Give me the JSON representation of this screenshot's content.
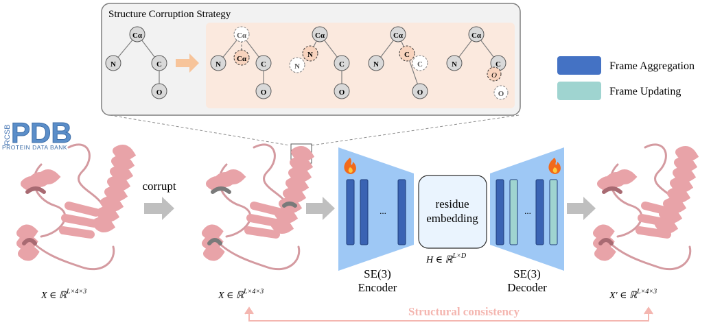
{
  "panel": {
    "title": "Structure Corruption Strategy",
    "atom_labels": {
      "ca": "Cα",
      "n": "N",
      "c": "C",
      "o": "O"
    }
  },
  "legend": {
    "items": [
      {
        "label": "Frame Aggregation",
        "color": "#4472c4"
      },
      {
        "label": "Frame Updating",
        "color": "#9fd4d0"
      }
    ]
  },
  "logo": {
    "side_text": "RCSB",
    "main_text": "PDB",
    "sub_text": "PROTEIN DATA BANK"
  },
  "labels": {
    "corrupt": "corrupt",
    "x_input": "X ∈ ℝ",
    "x_sup": "L×4×3",
    "x_out": "X′ ∈ ℝ",
    "h_emb": "H ∈ ℝ",
    "h_sup": "L×D",
    "encoder_line1": "SE(3)",
    "encoder_line2": "Encoder",
    "decoder_line1": "SE(3)",
    "decoder_line2": "Decoder",
    "residue_line1": "residue",
    "residue_line2": "embedding",
    "ellipsis": "...",
    "structural_consistency": "Structural consistency"
  },
  "colors": {
    "protein": "#e8a3a8",
    "protein_dark": "#b87880",
    "trapezoid": "#9ec8f5",
    "frame_agg": "#3a63b3",
    "frame_upd": "#9fd4d0",
    "arrow_gray": "#bfbfbf",
    "consistency": "#f4b6b0",
    "panel_highlight": "#fbe9de",
    "corrupt_arrow": "#f7c49a",
    "atom_fill": "#d9d9d9",
    "atom_highlight": "#f8d3bd"
  },
  "icons": [
    "fire-icon",
    "fire-icon"
  ]
}
